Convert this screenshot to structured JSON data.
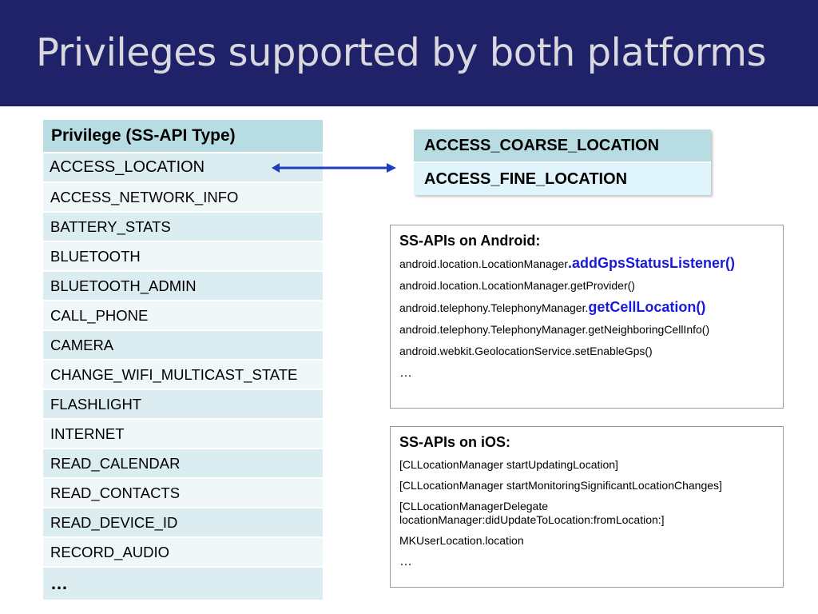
{
  "slide": {
    "title": "Privileges supported by both platforms"
  },
  "privilege_table": {
    "header": "Privilege  (SS-API Type)",
    "rows": [
      "ACCESS_LOCATION",
      "ACCESS_NETWORK_INFO",
      "BATTERY_STATS",
      "BLUETOOTH",
      "BLUETOOTH_ADMIN",
      "CALL_PHONE",
      "CAMERA",
      "CHANGE_WIFI_MULTICAST_STATE",
      "FLASHLIGHT",
      "INTERNET",
      "READ_CALENDAR",
      "READ_CONTACTS",
      "READ_DEVICE_ID",
      "RECORD_AUDIO",
      "…"
    ]
  },
  "location_table": {
    "rows": [
      "ACCESS_COARSE_LOCATION",
      "ACCESS_FINE_LOCATION"
    ]
  },
  "android_box": {
    "heading": "SS-APIs on Android:",
    "lines": [
      {
        "prefix": "android.location.LocationManager",
        "highlight": ".addGpsStatusListener()"
      },
      {
        "prefix": "android.location.LocationManager.getProvider()",
        "highlight": ""
      },
      {
        "prefix": "android.telephony.TelephonyManager.",
        "highlight": "getCellLocation()"
      },
      {
        "prefix": "android.telephony.TelephonyManager.getNeighboringCellInfo()",
        "highlight": ""
      },
      {
        "prefix": "android.webkit.GeolocationService.setEnableGps()",
        "highlight": ""
      }
    ],
    "ellipsis": "…"
  },
  "ios_box": {
    "heading": "SS-APIs on iOS:",
    "lines": [
      "[CLLocationManager startUpdatingLocation]",
      "[CLLocationManager startMonitoringSignificantLocationChanges]",
      "[CLLocationManagerDelegate locationManager:didUpdateToLocation:fromLocation:]",
      "MKUserLocation.location"
    ],
    "ellipsis": "…"
  },
  "colors": {
    "title_bar": "#1f2268",
    "title_text": "#d8d8de",
    "table_header": "#b7dde3",
    "row_odd": "#dcedf1",
    "row_even": "#f0f7f9",
    "arrow": "#1f3dbf",
    "highlight_text": "#1a1adc"
  }
}
